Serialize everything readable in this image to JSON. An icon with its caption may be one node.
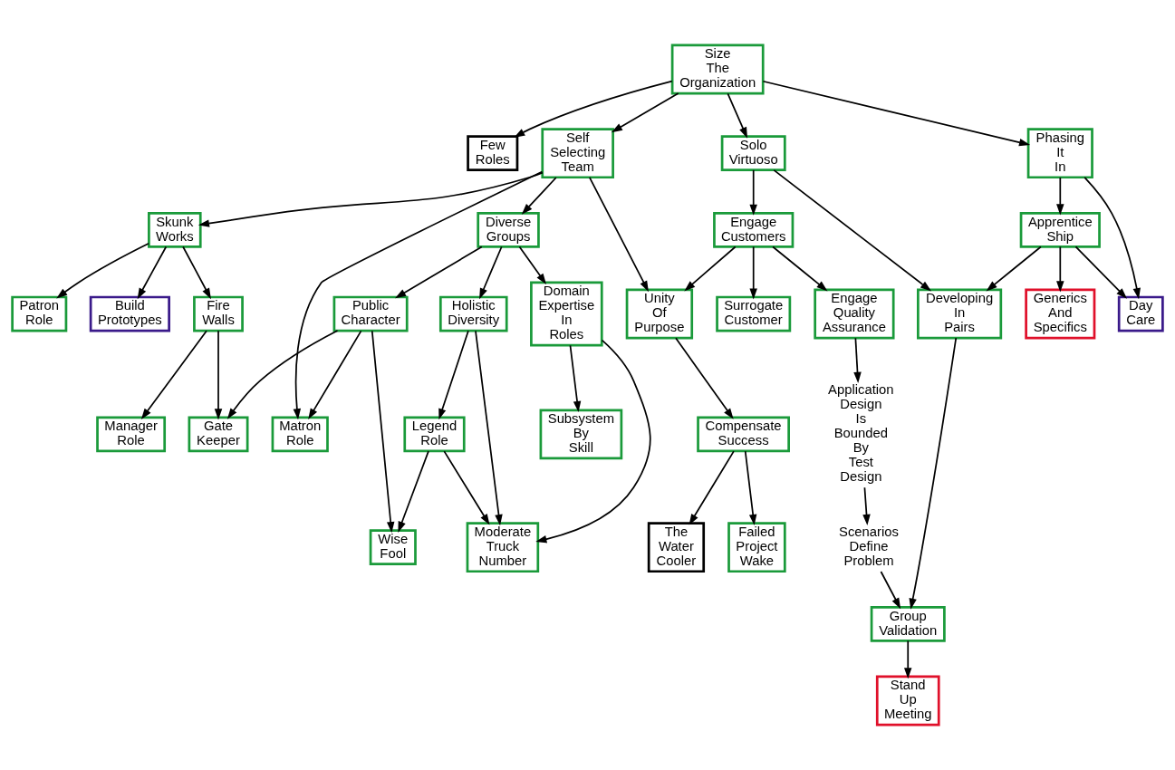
{
  "diagram": {
    "nodes": [
      {
        "text": [
          "Size The Organization"
        ]
      },
      {
        "text": [
          "Few Roles"
        ]
      },
      {
        "text": [
          "Self Selecting Team"
        ]
      },
      {
        "text": [
          "Solo Virtuoso"
        ]
      },
      {
        "text": [
          "Phasing It In"
        ]
      },
      {
        "text": [
          "Skunk Works"
        ]
      },
      {
        "text": [
          "Diverse Groups"
        ]
      },
      {
        "text": [
          "Engage Customers"
        ]
      },
      {
        "text": [
          "Apprentice Ship"
        ]
      },
      {
        "text": [
          "Patron Role"
        ]
      },
      {
        "text": [
          "Build Prototypes"
        ]
      },
      {
        "text": [
          "Fire Walls"
        ]
      },
      {
        "text": [
          "Public Character"
        ]
      },
      {
        "text": [
          "Holistic Diversity"
        ]
      },
      {
        "text": [
          "Domain Expertise In Roles"
        ]
      },
      {
        "text": [
          "Unity Of Purpose"
        ]
      },
      {
        "text": [
          "Engage Quality Assurance"
        ]
      },
      {
        "text": [
          "Surrogate Customer"
        ]
      },
      {
        "text": [
          "Developing In Pairs"
        ]
      },
      {
        "text": [
          "Generics And Specifics"
        ]
      },
      {
        "text": [
          "Day Care"
        ]
      },
      {
        "text": [
          "Manager Role"
        ]
      },
      {
        "text": [
          "Gate Keeper"
        ]
      },
      {
        "text": [
          "Matron Role"
        ]
      },
      {
        "text": [
          "Legend Role"
        ]
      },
      {
        "text": [
          "Subsystem By Skill"
        ]
      },
      {
        "text": [
          "Compensate Success"
        ]
      },
      {
        "text": [
          "Application Design Is Bounded By Test Design"
        ]
      },
      {
        "text": [
          "Wise Fool"
        ]
      },
      {
        "text": [
          "Moderate Truck Number"
        ]
      },
      {
        "text": [
          "The Water Cooler"
        ]
      },
      {
        "text": [
          "Failed Project Wake"
        ]
      },
      {
        "text": [
          "Scenarios Define Problem"
        ]
      },
      {
        "text": [
          "Group Validation"
        ]
      },
      {
        "text": [
          "Stand Up Meeting"
        ]
      }
    ],
    "edges": [
      {
        "from": 0,
        "to": 1,
        "arrow": "to"
      },
      {
        "from": 0,
        "to": 2,
        "arrow": "to"
      },
      {
        "from": 0,
        "to": 3,
        "arrow": "to"
      },
      {
        "from": 0,
        "to": 4,
        "arrow": "to"
      },
      {
        "from": 2,
        "to": 5,
        "arrow": "to"
      },
      {
        "from": 2,
        "to": 23,
        "arrow": "to"
      },
      {
        "from": 2,
        "to": 6,
        "arrow": "to"
      },
      {
        "from": 2,
        "to": 15,
        "arrow": "to"
      },
      {
        "from": 3,
        "to": 7,
        "arrow": "to"
      },
      {
        "from": 3,
        "to": 18,
        "arrow": "to"
      },
      {
        "from": 4,
        "to": 8,
        "arrow": "to"
      },
      {
        "from": 4,
        "to": 20,
        "arrow": "to"
      },
      {
        "from": 5,
        "to": 9,
        "arrow": "to"
      },
      {
        "from": 5,
        "to": 10,
        "arrow": "to"
      },
      {
        "from": 5,
        "to": 11,
        "arrow": "to"
      },
      {
        "from": 6,
        "to": 12,
        "arrow": "to"
      },
      {
        "from": 6,
        "to": 13,
        "arrow": "to"
      },
      {
        "from": 6,
        "to": 14,
        "arrow": "to"
      },
      {
        "from": 7,
        "to": 15,
        "arrow": "to"
      },
      {
        "from": 7,
        "to": 16,
        "arrow": "to"
      },
      {
        "from": 7,
        "to": 17,
        "arrow": "to"
      },
      {
        "from": 8,
        "to": 18,
        "arrow": "to"
      },
      {
        "from": 8,
        "to": 19,
        "arrow": "to"
      },
      {
        "from": 8,
        "to": 20,
        "arrow": "to"
      },
      {
        "from": 11,
        "to": 21,
        "arrow": "to"
      },
      {
        "from": 11,
        "to": 22,
        "arrow": "to"
      },
      {
        "from": 12,
        "to": 22,
        "arrow": "to"
      },
      {
        "from": 12,
        "to": 23,
        "arrow": "to"
      },
      {
        "from": 12,
        "to": 28,
        "arrow": "to"
      },
      {
        "from": 13,
        "to": 24,
        "arrow": "to"
      },
      {
        "from": 13,
        "to": 29,
        "arrow": "to"
      },
      {
        "from": 14,
        "to": 29,
        "arrow": "to"
      },
      {
        "from": 14,
        "to": 25,
        "arrow": "to"
      },
      {
        "from": 15,
        "to": 26,
        "arrow": "to"
      },
      {
        "from": 16,
        "to": 27,
        "arrow": "to"
      },
      {
        "from": 18,
        "to": 33,
        "arrow": "to"
      },
      {
        "from": 24,
        "to": 28,
        "arrow": "to"
      },
      {
        "from": 24,
        "to": 29,
        "arrow": "to"
      },
      {
        "from": 26,
        "to": 30,
        "arrow": "to"
      },
      {
        "from": 26,
        "to": 31,
        "arrow": "to"
      },
      {
        "from": 27,
        "to": 32,
        "arrow": "to"
      },
      {
        "from": 32,
        "to": 33,
        "arrow": "to"
      },
      {
        "from": 33,
        "to": 34,
        "arrow": "to"
      }
    ]
  }
}
